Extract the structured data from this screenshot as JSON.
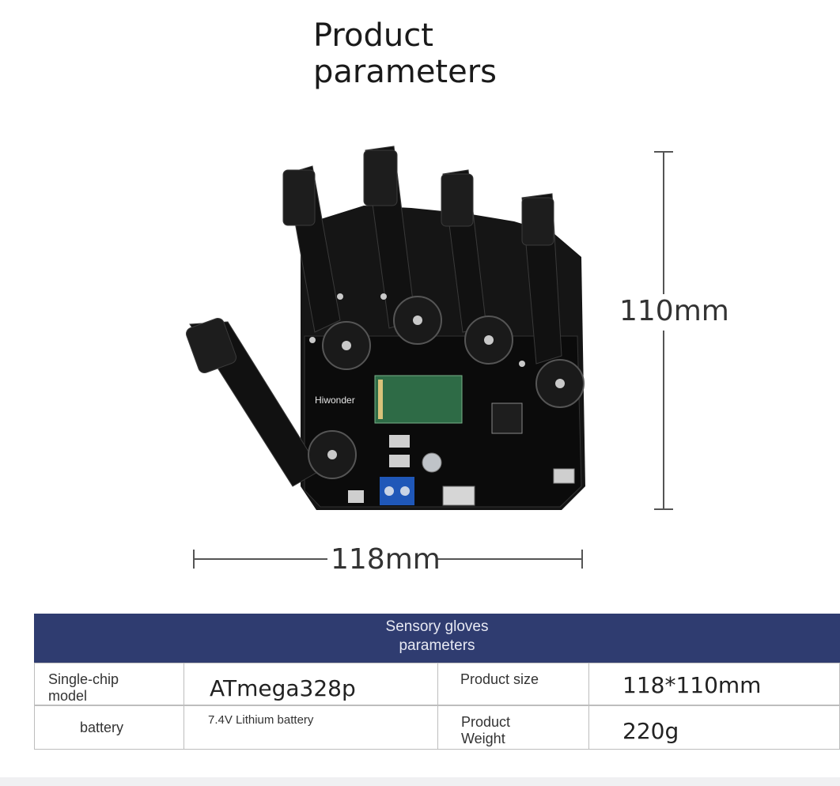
{
  "title": {
    "line1": "Product",
    "line2": "parameters"
  },
  "dimensions": {
    "height_label": "110mm",
    "width_label": "118mm"
  },
  "product_image": {
    "brand_on_board": "Hiwonder",
    "description_icon": "robotic-hand-icon"
  },
  "table": {
    "header_line1": "Sensory gloves",
    "header_line2": "parameters",
    "rows": [
      {
        "label_line1": "Single-chip",
        "label_line2": "model",
        "value": "ATmega328p",
        "label2_line1": "Product size",
        "value2": "118*110mm"
      },
      {
        "label": "battery",
        "value": "7.4V Lithium battery",
        "label2_line1": "Product",
        "label2_line2": "Weight",
        "value2": "220g"
      }
    ]
  },
  "colors": {
    "header_bg": "#2f3c70",
    "header_text": "#e7e9f3",
    "border": "#bdbdbd"
  }
}
